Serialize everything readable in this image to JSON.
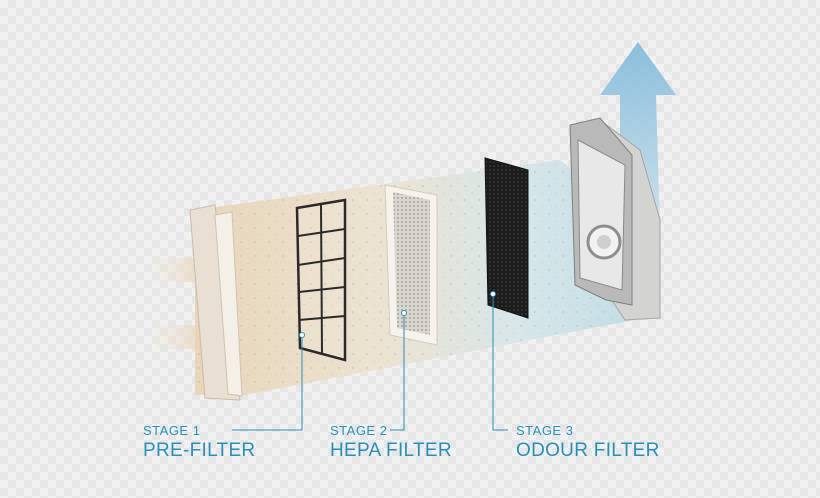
{
  "stages": [
    {
      "stage": "STAGE 1",
      "name": "PRE-FILTER"
    },
    {
      "stage": "STAGE 2",
      "name": "HEPA FILTER"
    },
    {
      "stage": "STAGE 3",
      "name": "ODOUR FILTER"
    }
  ],
  "colors": {
    "accent": "#2a8fb8"
  },
  "icons": [
    "airflow-in-arrow-icon",
    "airflow-out-arrow-icon"
  ]
}
